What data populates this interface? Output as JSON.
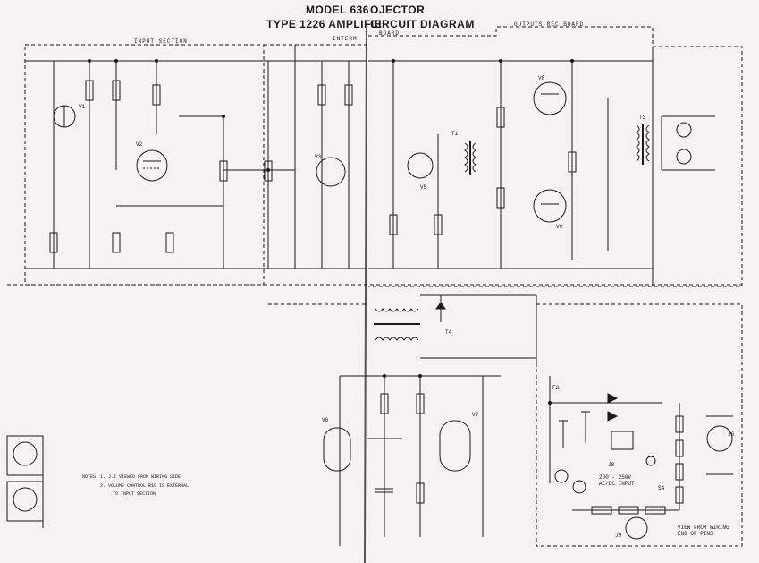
{
  "title": {
    "line1_left": "MODEL 636",
    "line1_right": "OJECTOR",
    "line2_left": "TYPE 1226 AMPLIFIE",
    "line2_right": "CIRCUIT DIAGRAM"
  },
  "sections": {
    "input": "INPUT SECTION",
    "inter": "INTERM",
    "board": "BOARD",
    "output": "OUTPUTS  REC  BOARD"
  },
  "valves": {
    "v1": "V1",
    "v2": "V2",
    "v3": "V3",
    "v5": "V5",
    "v6": "V6",
    "v7": "V7",
    "v8": "V8",
    "v9": "V9"
  },
  "transformers": {
    "t1": "T1",
    "t3": "T3",
    "t4": "T4"
  },
  "jacks": {
    "j6": "J6",
    "j8": "J8",
    "j9": "J9"
  },
  "misc_labels": {
    "mains_input": "200 - 250V\nAC/DC INPUT",
    "view_note": "VIEW FROM WIRING\nEND OF PINS",
    "fuse": "F2",
    "switch": "S4"
  },
  "notes": {
    "heading": "NOTES",
    "n1": "1.  J.I VIEWED FROM WIRING SIDE",
    "n2": "2.  VOLUME CONTROL R10 IS EXTERNAL",
    "n3": "TO INPUT SECTION"
  },
  "colors": {
    "paper": "#f4f3ef",
    "ink": "#1a1a1a"
  }
}
